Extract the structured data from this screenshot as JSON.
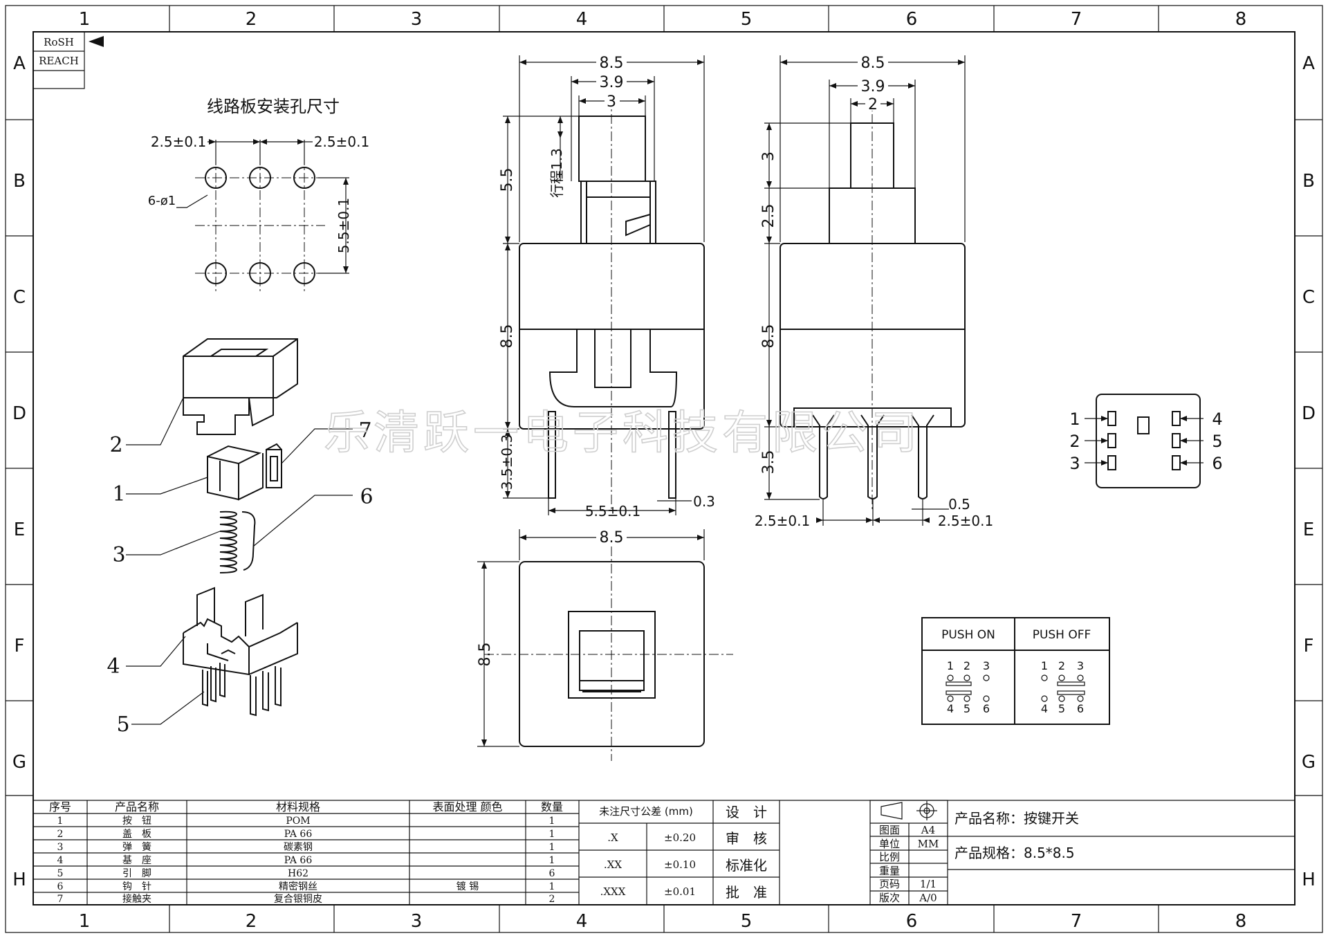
{
  "border": {
    "columns": [
      "1",
      "2",
      "3",
      "4",
      "5",
      "6",
      "7",
      "8"
    ],
    "rows": [
      "A",
      "B",
      "C",
      "D",
      "E",
      "F",
      "G",
      "H"
    ]
  },
  "compliance": {
    "rohs": "RoSH",
    "reach": "REACH"
  },
  "pcb_layout": {
    "title": "线路板安装孔尺寸",
    "pitch_left": "2.5±0.1",
    "pitch_right": "2.5±0.1",
    "row_spacing": "5.5±0.1",
    "hole_note": "6-ø1"
  },
  "front_view": {
    "width": "8.5",
    "button_width": "3.9",
    "cap_width": "3",
    "cap_height": "5.5",
    "stroke": "行程1.3",
    "body_height": "8.5",
    "pin_length": "3.5±0.3",
    "pin_spacing": "5.5±0.1",
    "pin_thickness": "0.3"
  },
  "side_view": {
    "width": "8.5",
    "button_width": "3.9",
    "cap_width": "2",
    "cap_height": "3",
    "button_height": "2.5",
    "body_height": "8.5",
    "pin_length": "3.5",
    "pin_pitch_left": "2.5±0.1",
    "pin_pitch_right": "2.5±0.1",
    "pin_thickness": "0.5"
  },
  "top_view": {
    "width": "8.5",
    "height": "8.5"
  },
  "exploded": {
    "callouts": [
      "2",
      "1",
      "7",
      "3",
      "6",
      "4",
      "5"
    ]
  },
  "pinout": {
    "left": [
      "1",
      "2",
      "3"
    ],
    "right": [
      "4",
      "5",
      "6"
    ]
  },
  "switch_states": {
    "on_label": "PUSH ON",
    "off_label": "PUSH OFF",
    "top_nums": [
      "1",
      "2",
      "3"
    ],
    "bottom_nums": [
      "4",
      "5",
      "6"
    ]
  },
  "watermark": "乐清跃一电子科技有限公司",
  "bom": {
    "headers": [
      "序号",
      "产品名称",
      "材料规格",
      "表面处理 颜色",
      "数量"
    ],
    "rows": [
      [
        "1",
        "按　钮",
        "POM",
        "",
        "1"
      ],
      [
        "2",
        "盖　板",
        "PA 66",
        "",
        "1"
      ],
      [
        "3",
        "弹　簧",
        "碳素钢",
        "",
        "1"
      ],
      [
        "4",
        "基　座",
        "PA 66",
        "",
        "1"
      ],
      [
        "5",
        "引　脚",
        "H62",
        "",
        "6"
      ],
      [
        "6",
        "钩　针",
        "精密钢丝",
        "镀 锡",
        "1"
      ],
      [
        "7",
        "接触夹",
        "复合银铜皮",
        "",
        "2"
      ]
    ]
  },
  "tolerance": {
    "header": "未注尺寸公差 (mm)",
    "rows": [
      [
        ".X",
        "±0.20"
      ],
      [
        ".XX",
        "±0.10"
      ],
      [
        ".XXX",
        "±0.01"
      ]
    ]
  },
  "approvals": [
    "设　计",
    "审　核",
    "标准化",
    "批　准"
  ],
  "sheet_info": [
    [
      "图面",
      "A4"
    ],
    [
      "单位",
      "MM"
    ],
    [
      "比例",
      ""
    ],
    [
      "重量",
      ""
    ],
    [
      "页码",
      "1/1"
    ],
    [
      "版次",
      "A/0"
    ]
  ],
  "title_block": {
    "name": "产品名称：按键开关",
    "spec": "产品规格：8.5*8.5"
  }
}
